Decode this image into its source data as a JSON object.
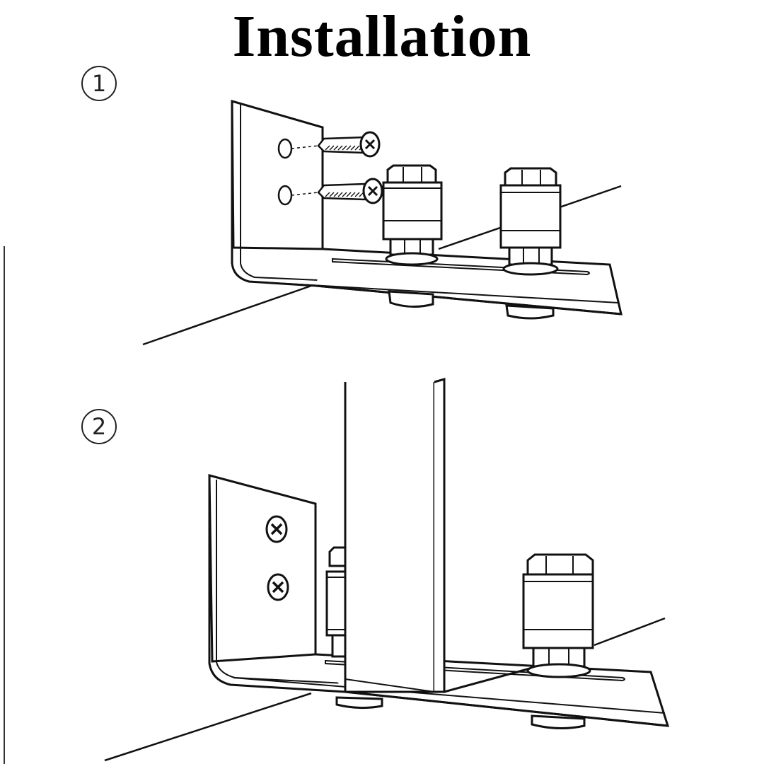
{
  "title": "Installation",
  "steps": [
    {
      "marker": "1"
    },
    {
      "marker": "2"
    }
  ],
  "colors": {
    "ink": "#111111",
    "paper": "#ffffff",
    "metal_shade": "#e9e9e9"
  }
}
